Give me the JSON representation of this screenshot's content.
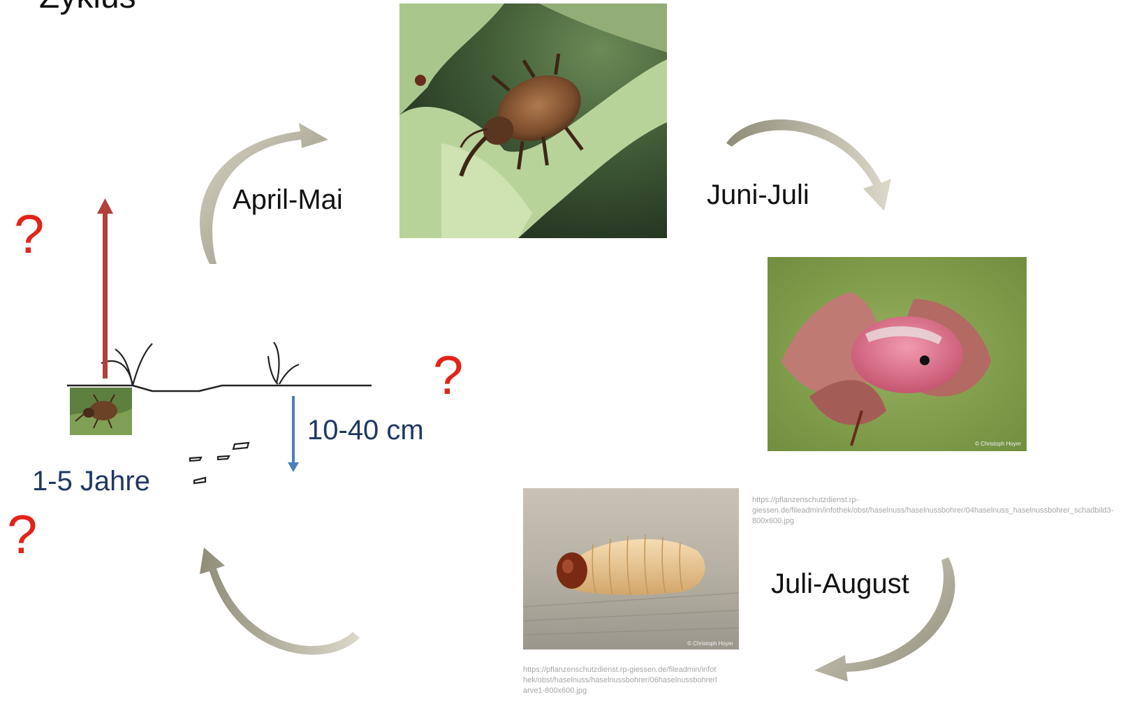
{
  "title": "Zyklus",
  "stages": {
    "april_mai": "April-Mai",
    "juni_juli": "Juni-Juli",
    "juli_august": "Juli-August"
  },
  "soil": {
    "depth_label": "10-40 cm",
    "duration_label": "1-5 Jahre"
  },
  "question_mark": "?",
  "urls": {
    "nut": "https://pflanzenschutzdienst.rp-giessen.de/fileadmin/infothek/obst/haselnuss/haselnussbohrer/04haselnuss_haselnussbohrer_schadbild3-800x600.jpg",
    "larva": "https://pflanzenschutzdienst.rp-giessen.de/fileadmin/infothek/obst/haselnuss/haselnussbohrer/06haselnussbohrerlarve1-800x600.jpg"
  },
  "photo_credit": "© Christoph Hoyer",
  "colors": {
    "arrow_gray": "#a09d8a",
    "question_red": "#e2231a",
    "up_arrow_red": "#b3403a",
    "down_arrow_blue": "#4a7ebb",
    "text_blue": "#1f3864"
  },
  "icons": {
    "beetle": "weevil-photo",
    "nut": "hazelnut-photo",
    "larva": "larva-photo"
  }
}
